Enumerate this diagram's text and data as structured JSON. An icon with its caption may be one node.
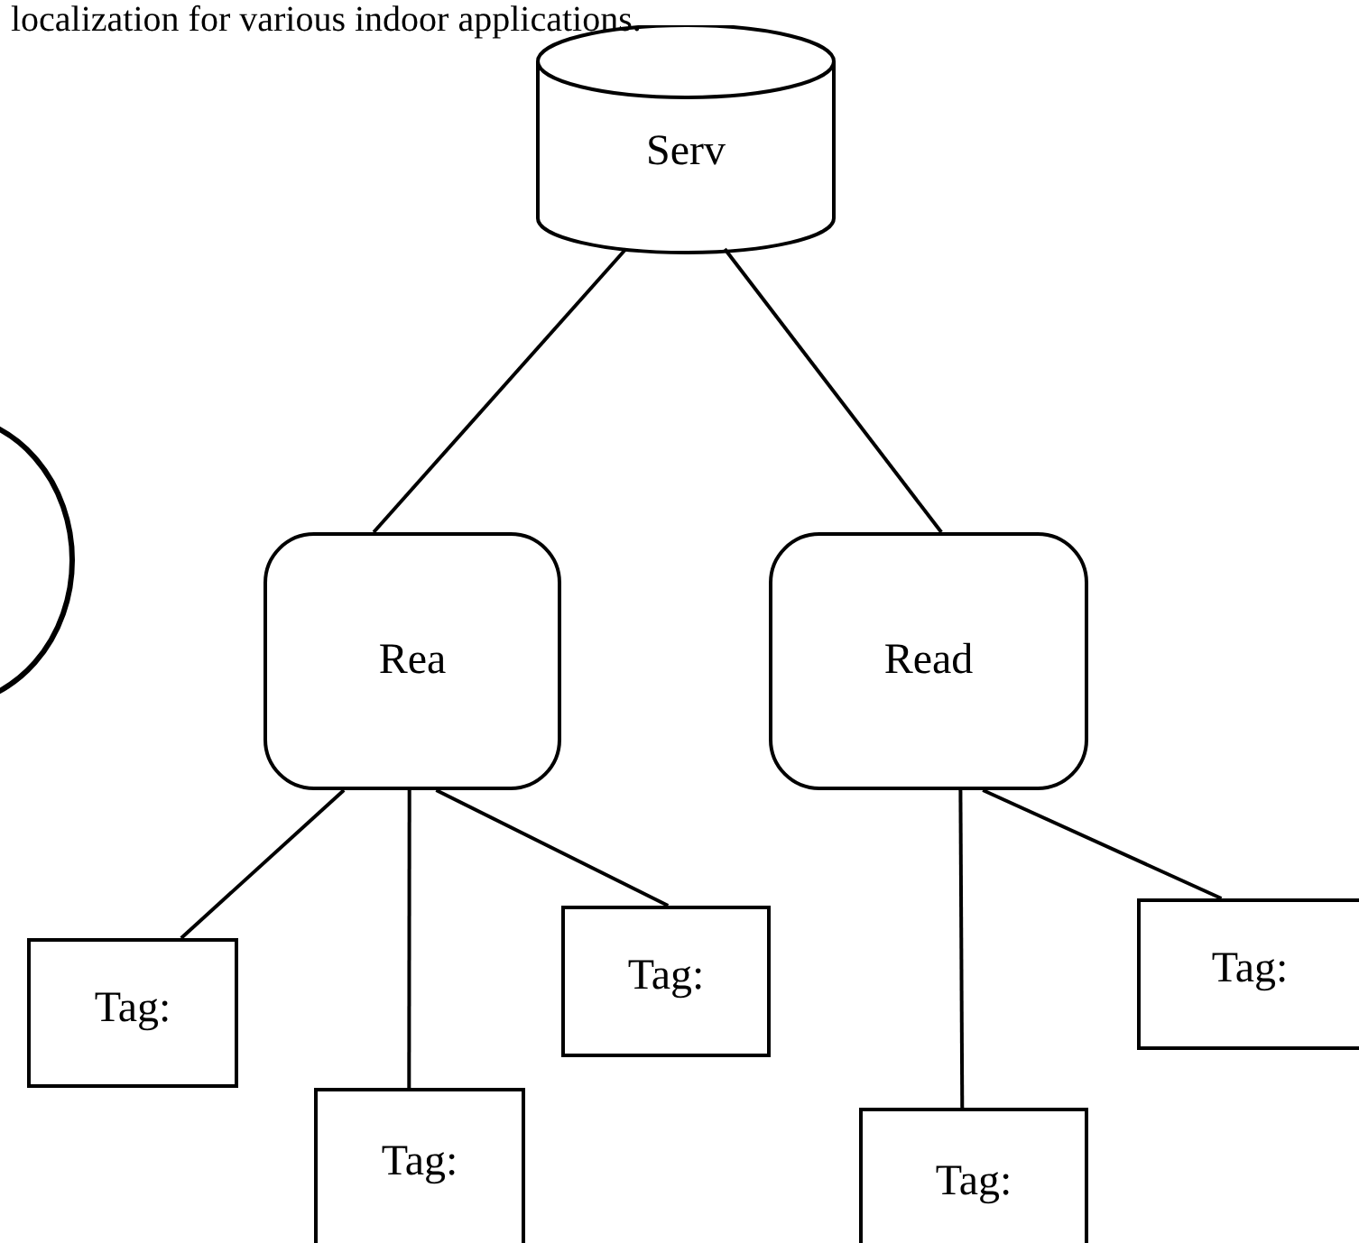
{
  "diagram": {
    "nodes": [
      {
        "text": [
          "Serv"
        ]
      },
      {
        "text": [
          "Rea"
        ]
      },
      {
        "text": [
          "Read"
        ]
      },
      {
        "text": [
          "Tag:"
        ]
      },
      {
        "text": [
          "Tag:"
        ]
      },
      {
        "text": [
          "Tag:"
        ]
      },
      {
        "text": [
          "Tag:"
        ]
      },
      {
        "text": [
          "Tag:"
        ]
      },
      {
        "text": [],
        "shape": "circle"
      }
    ],
    "edges": [
      {
        "from": 0,
        "to": 1,
        "arrow": "none"
      },
      {
        "from": 0,
        "to": 2,
        "arrow": "none"
      },
      {
        "from": 1,
        "to": 3,
        "arrow": "none"
      },
      {
        "from": 1,
        "to": 4,
        "arrow": "none"
      },
      {
        "from": 1,
        "to": 5,
        "arrow": "none"
      },
      {
        "from": 2,
        "to": 6,
        "arrow": "none"
      },
      {
        "from": 2,
        "to": 7,
        "arrow": "none"
      }
    ],
    "labels": [
      "localization for various indoor applications."
    ]
  }
}
